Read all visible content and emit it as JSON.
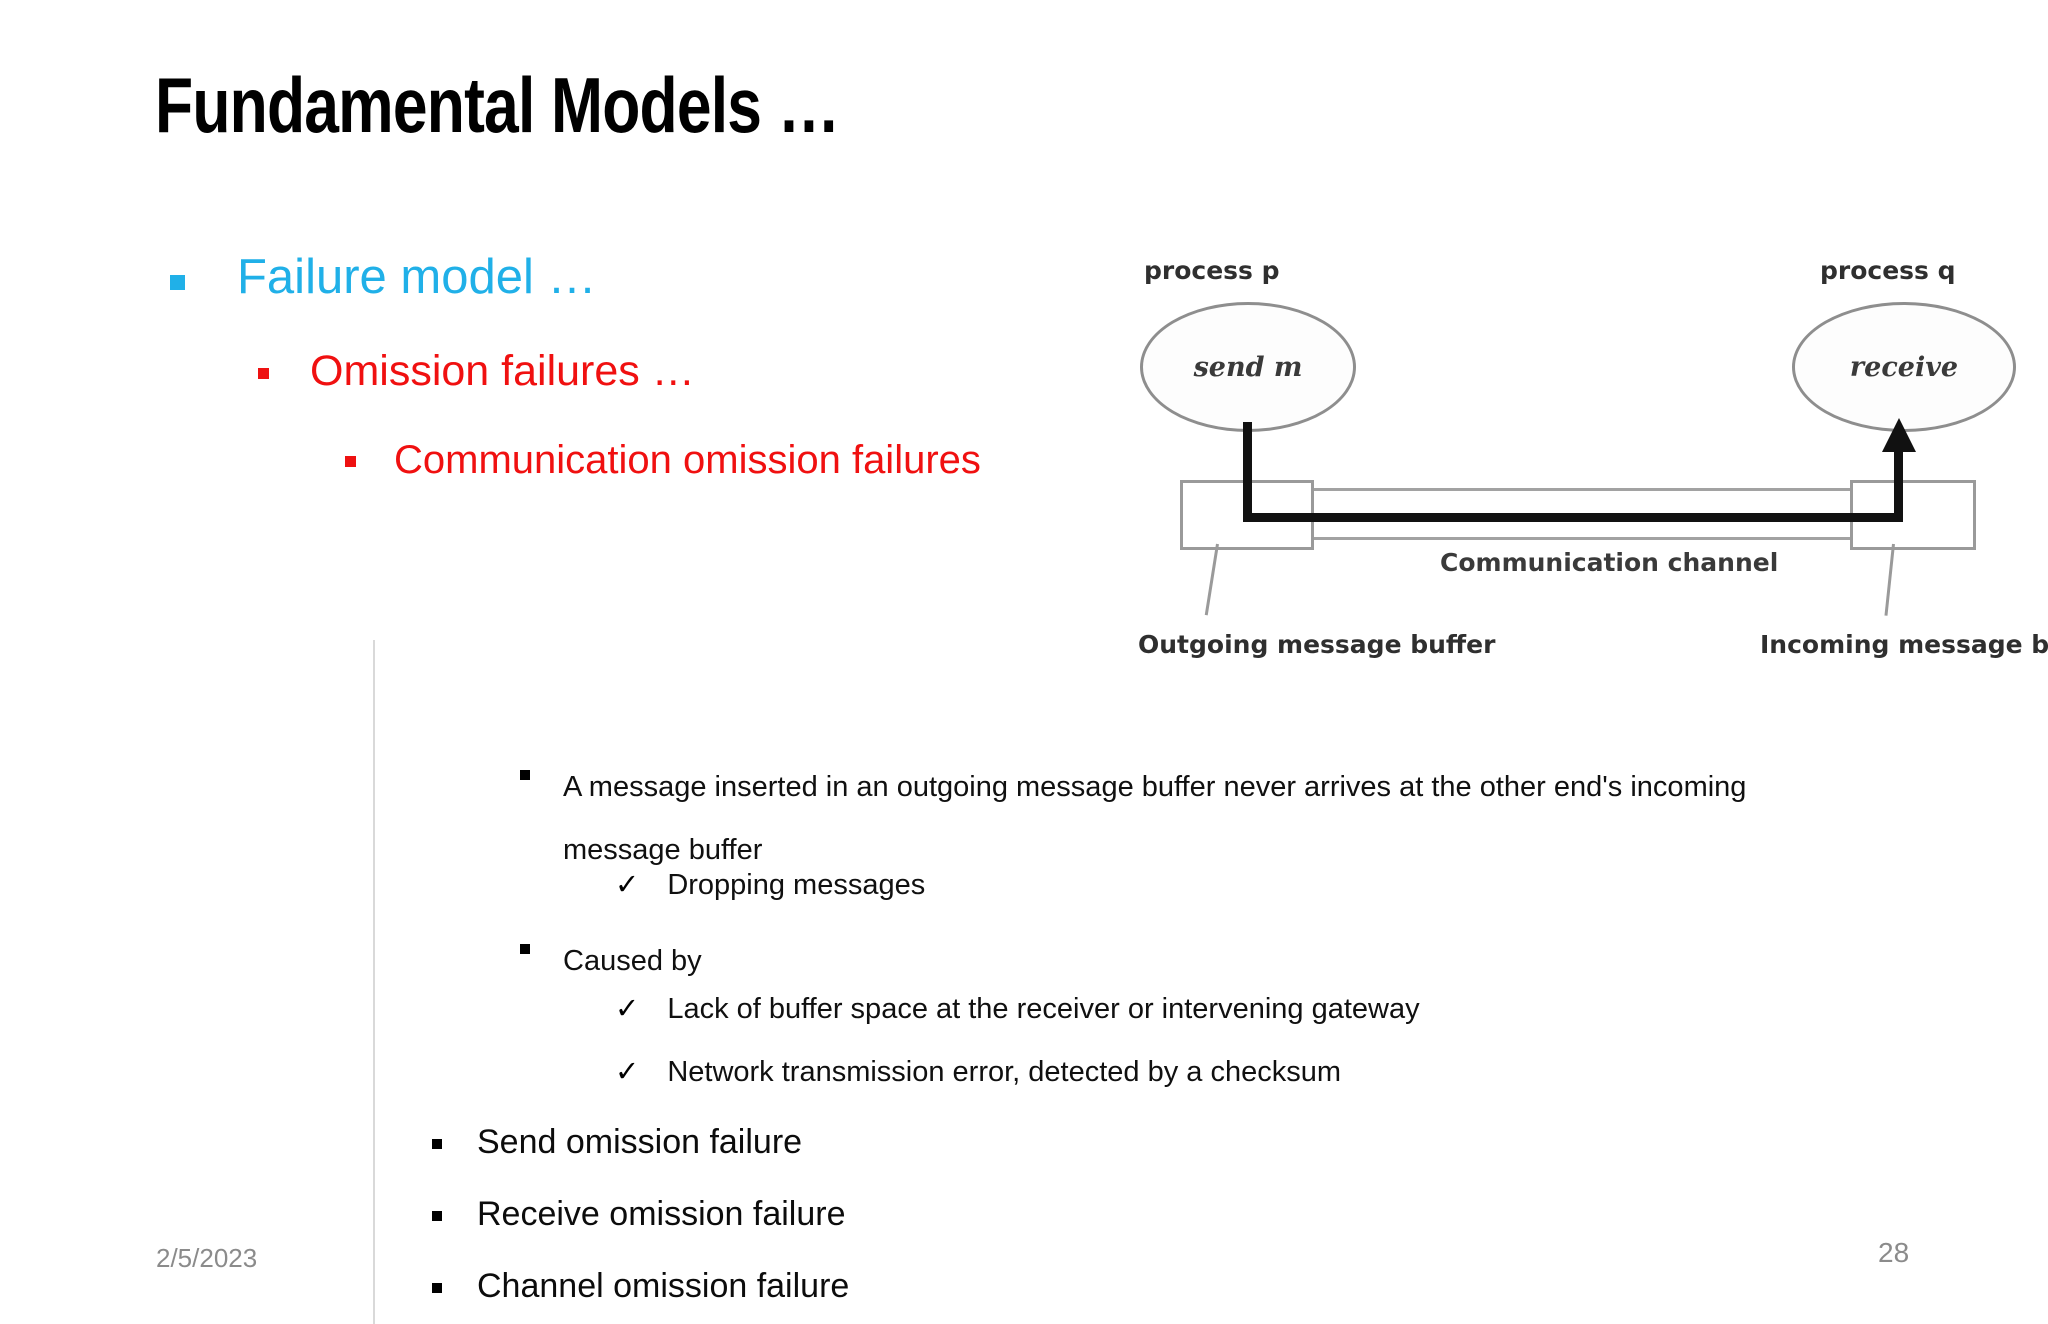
{
  "slide": {
    "title": "Fundamental Models …",
    "date": "2/5/2023",
    "page_number": "28"
  },
  "outline": {
    "level1": {
      "text": "Failure model …",
      "bullet": "square-bullet",
      "color": "#20b0e8"
    },
    "level2": {
      "text": "Omission failures …",
      "bullet": "square-bullet",
      "color": "#f01010"
    },
    "level3": {
      "text": "Communication omission failures",
      "bullet": "square-bullet",
      "color": "#f01010"
    },
    "body": [
      {
        "text": "A message inserted in an outgoing message buffer never arrives at the other end's incoming message buffer",
        "bullet": "square-bullet"
      },
      {
        "text": "Caused by",
        "bullet": "square-bullet"
      }
    ],
    "checks_group1": [
      {
        "text": "Dropping messages",
        "bullet": "check-mark"
      }
    ],
    "checks_group2": [
      {
        "text": "Lack of buffer space at the receiver or intervening gateway",
        "bullet": "check-mark"
      },
      {
        "text": "Network transmission error, detected by a checksum",
        "bullet": "check-mark"
      }
    ],
    "bottom": [
      {
        "text": "Send omission failure",
        "bullet": "square-bullet"
      },
      {
        "text": "Receive omission failure",
        "bullet": "square-bullet"
      },
      {
        "text": "Channel omission failure",
        "bullet": "square-bullet"
      }
    ]
  },
  "diagram": {
    "process_p_label": "process p",
    "process_q_label": "process q",
    "send_node": "send   m",
    "receive_node": "receive",
    "channel_label": "Communication channel",
    "outgoing_buffer_label": "Outgoing message buffer",
    "incoming_buffer_label": "Incoming message buffer"
  }
}
